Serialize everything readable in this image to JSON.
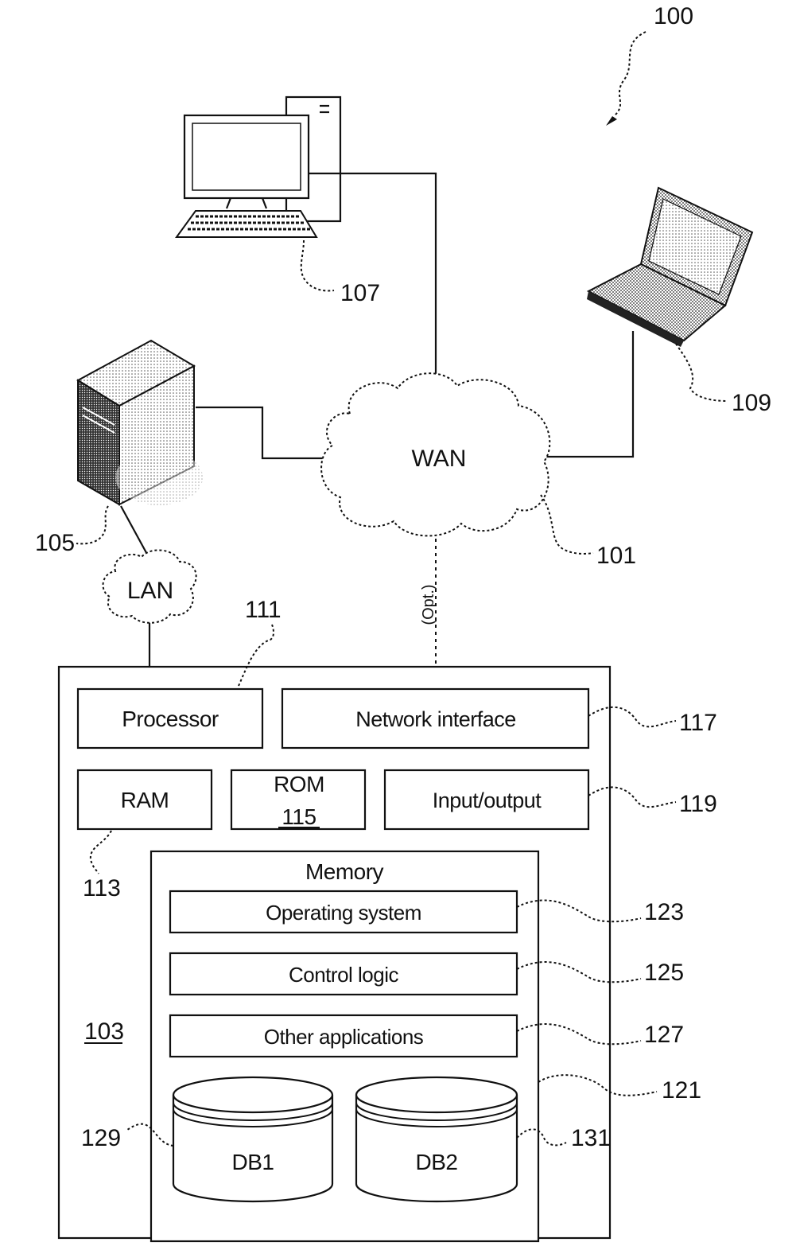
{
  "figure_ref": "100",
  "devices": {
    "desktop_ref": "107",
    "laptop_ref": "109",
    "server_ref": "105"
  },
  "networks": {
    "wan_label": "WAN",
    "wan_ref": "101",
    "lan_label": "LAN",
    "optional_label": "(Opt.)"
  },
  "computer": {
    "ref": "103",
    "processor": {
      "label": "Processor",
      "ref": "111"
    },
    "network_interface": {
      "label": "Network interface",
      "ref": "117"
    },
    "ram": {
      "label": "RAM",
      "ref": "113"
    },
    "rom": {
      "label": "ROM",
      "ref": "115"
    },
    "io": {
      "label": "Input/output",
      "ref": "119"
    },
    "memory": {
      "label": "Memory",
      "ref": "121",
      "operating_system": {
        "label": "Operating system",
        "ref": "123"
      },
      "control_logic": {
        "label": "Control logic",
        "ref": "125"
      },
      "other_applications": {
        "label": "Other applications",
        "ref": "127"
      },
      "db1": {
        "label": "DB1",
        "ref": "129"
      },
      "db2": {
        "label": "DB2",
        "ref": "131"
      }
    }
  }
}
